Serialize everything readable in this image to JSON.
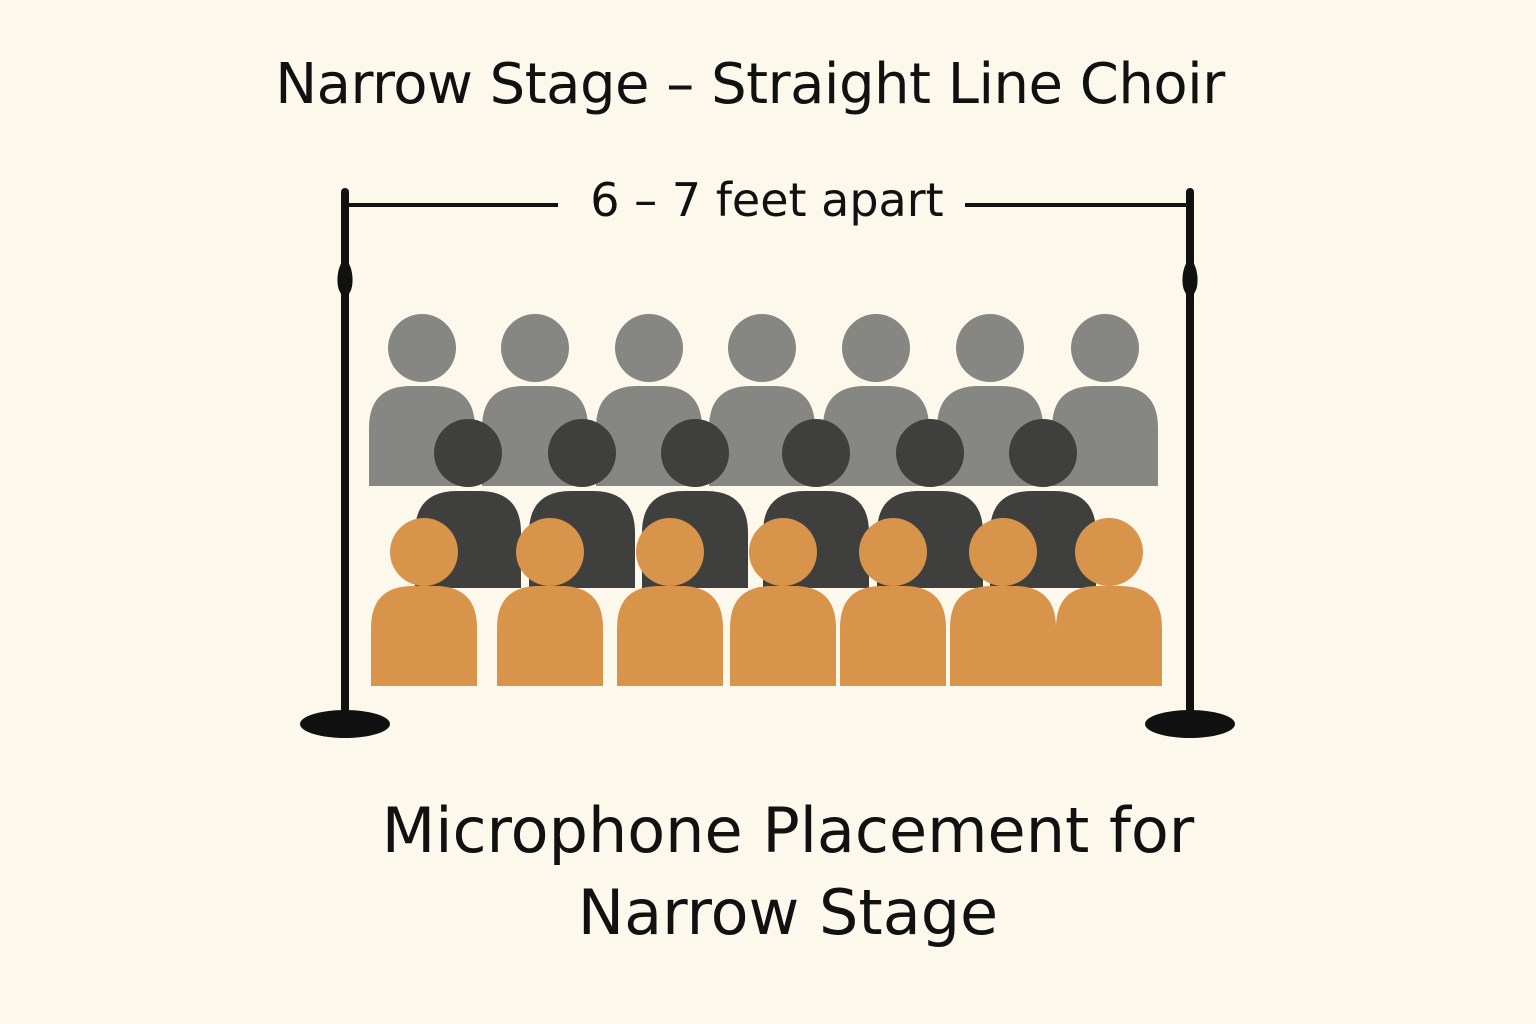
{
  "diagram": {
    "title": "Narrow Stage – Straight Line Choir",
    "spacing_label": "6 – 7 feet apart",
    "caption_line1": "Microphone Placement for",
    "caption_line2": "Narrow Stage",
    "rows": [
      {
        "row": "back",
        "singers": 7,
        "color": "#868683"
      },
      {
        "row": "middle",
        "singers": 6,
        "color": "#3f403d"
      },
      {
        "row": "front",
        "singers": 7,
        "color": "#d9944b"
      }
    ],
    "microphones": 2,
    "stand_color": "#111111",
    "background_color": "#fdf8ec"
  }
}
